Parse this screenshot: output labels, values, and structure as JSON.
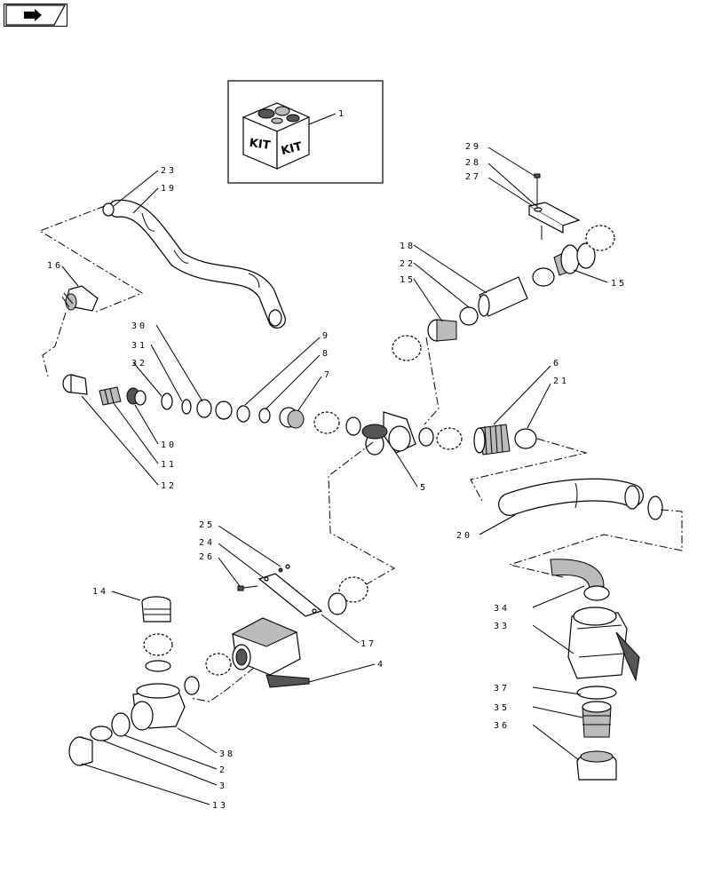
{
  "nav": {
    "icon": "arrow-right-icon"
  },
  "kit": {
    "left": "KIT",
    "right": "KIT"
  },
  "labels": {
    "p1": "1",
    "p2": "2",
    "p3": "3",
    "p4": "4",
    "p5": "5",
    "p6": "6",
    "p7": "7",
    "p8": "8",
    "p9": "9",
    "p10": "10",
    "p11": "11",
    "p12": "12",
    "p13": "13",
    "p14": "14",
    "p15a": "15",
    "p15b": "15",
    "p16": "16",
    "p17": "17",
    "p18": "18",
    "p19": "19",
    "p20": "20",
    "p21": "21",
    "p22": "22",
    "p23": "23",
    "p24": "24",
    "p25": "25",
    "p26": "26",
    "p27": "27",
    "p28": "28",
    "p29": "29",
    "p30": "30",
    "p31": "31",
    "p32": "32",
    "p33": "33",
    "p34": "34",
    "p35": "35",
    "p36": "36",
    "p37": "37",
    "p38": "38"
  }
}
